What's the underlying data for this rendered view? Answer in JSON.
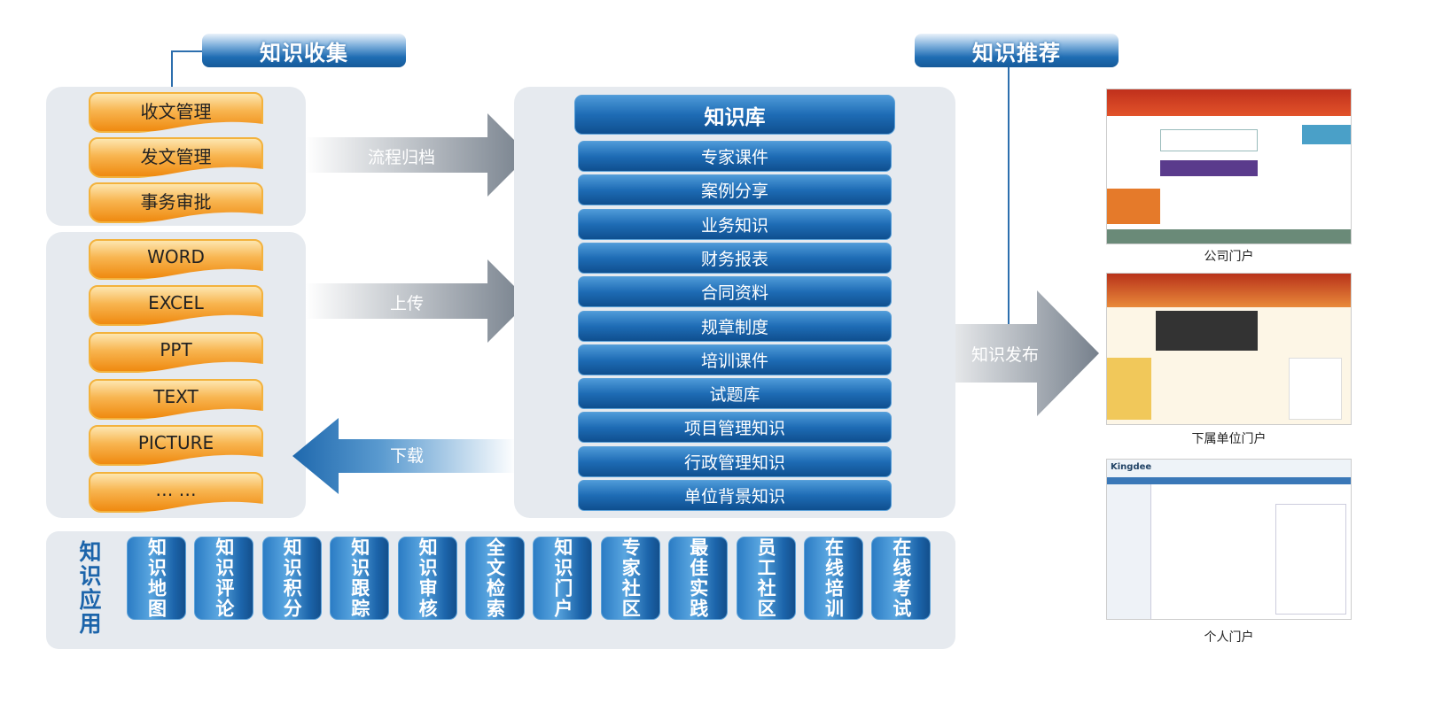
{
  "collect": {
    "title": "知识收集",
    "process_items": [
      "收文管理",
      "发文管理",
      "事务审批"
    ],
    "file_items": [
      "WORD",
      "EXCEL",
      "PPT",
      "TEXT",
      "PICTURE",
      "… …"
    ]
  },
  "arrows": {
    "archive": "流程归档",
    "upload": "上传",
    "download": "下载",
    "publish": "知识发布"
  },
  "library": {
    "title": "知识库",
    "items": [
      "专家课件",
      "案例分享",
      "业务知识",
      "财务报表",
      "合同资料",
      "规章制度",
      "培训课件",
      "试题库",
      "项目管理知识",
      "行政管理知识",
      "单位背景知识"
    ]
  },
  "recommend": {
    "title": "知识推荐",
    "portals": [
      {
        "label": "公司门户"
      },
      {
        "label": "下属单位门户"
      },
      {
        "label": "个人门户",
        "logo": "Kingdee"
      }
    ]
  },
  "application": {
    "title": "知识应用",
    "items": [
      "知识地图",
      "知识评论",
      "知识积分",
      "知识跟踪",
      "知识审核",
      "全文检索",
      "知识门户",
      "专家社区",
      "最佳实践",
      "员工社区",
      "在线培训",
      "在线考试"
    ]
  },
  "colors": {
    "header_blue": "#1f6db3",
    "orange": "#f8b550",
    "panel": "#e6eaef"
  }
}
